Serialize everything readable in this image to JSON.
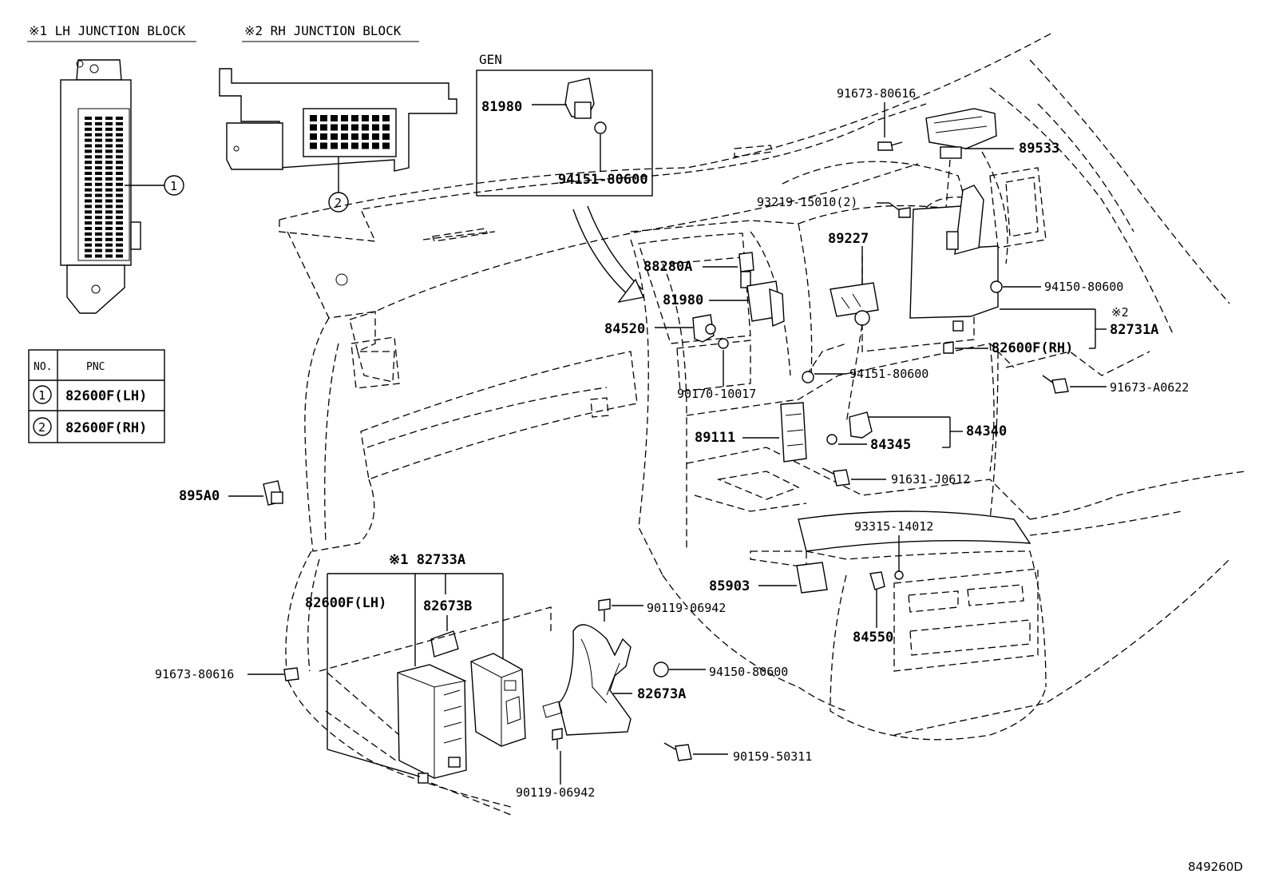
{
  "headers": {
    "lh_junction_block": "※1 LH JUNCTION BLOCK",
    "rh_junction_block": "※2 RH JUNCTION BLOCK",
    "gen": "GEN"
  },
  "table": {
    "columns": [
      "NO.",
      "PNC"
    ],
    "rows": [
      {
        "no": "1",
        "pnc": "82600F(LH)"
      },
      {
        "no": "2",
        "pnc": "82600F(RH)"
      }
    ]
  },
  "callout_numbers": {
    "one": "1",
    "two": "2"
  },
  "parts": {
    "p81980_gen": "81980",
    "p94151_80600_gen": "94151-80600",
    "p91673_80616_top": "91673-80616",
    "p89533": "89533",
    "p93219_15010": "93219-15010(2)",
    "p89227": "89227",
    "p88280a": "88280A",
    "p81980": "81980",
    "p84520": "84520",
    "p90170_10017": "90170-10017",
    "p94150_80600_top": "94150-80600",
    "p82731a_mark": "※2",
    "p82731a": "82731A",
    "p82600f_rh": "82600F(RH)",
    "p94151_80600": "94151-80600",
    "p91673_a0622": "91673-A0622",
    "p84340": "84340",
    "p84345": "84345",
    "p89111": "89111",
    "p91631_j0612": "91631-J0612",
    "p895a0": "895A0",
    "p93315_14012": "93315-14012",
    "p85903": "85903",
    "p84550": "84550",
    "p82733a": "※1 82733A",
    "p82600f_lh": "82600F(LH)",
    "p82673b": "82673B",
    "p90119_06942_top": "90119-06942",
    "p91673_80616_bottom": "91673-80616",
    "p94150_80600_bottom": "94150-80600",
    "p82673a": "82673A",
    "p90159_50311": "90159-50311",
    "p90119_06942_bottom": "90119-06942"
  },
  "figure_id": "849260D"
}
